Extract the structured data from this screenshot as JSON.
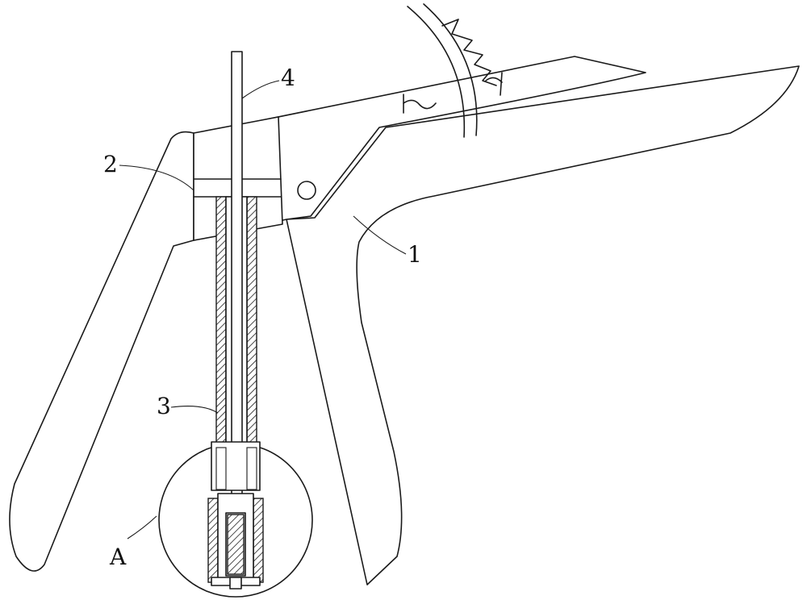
{
  "labels": {
    "part1": "1",
    "part2": "2",
    "part3": "3",
    "part4": "4",
    "detailA": "A"
  }
}
